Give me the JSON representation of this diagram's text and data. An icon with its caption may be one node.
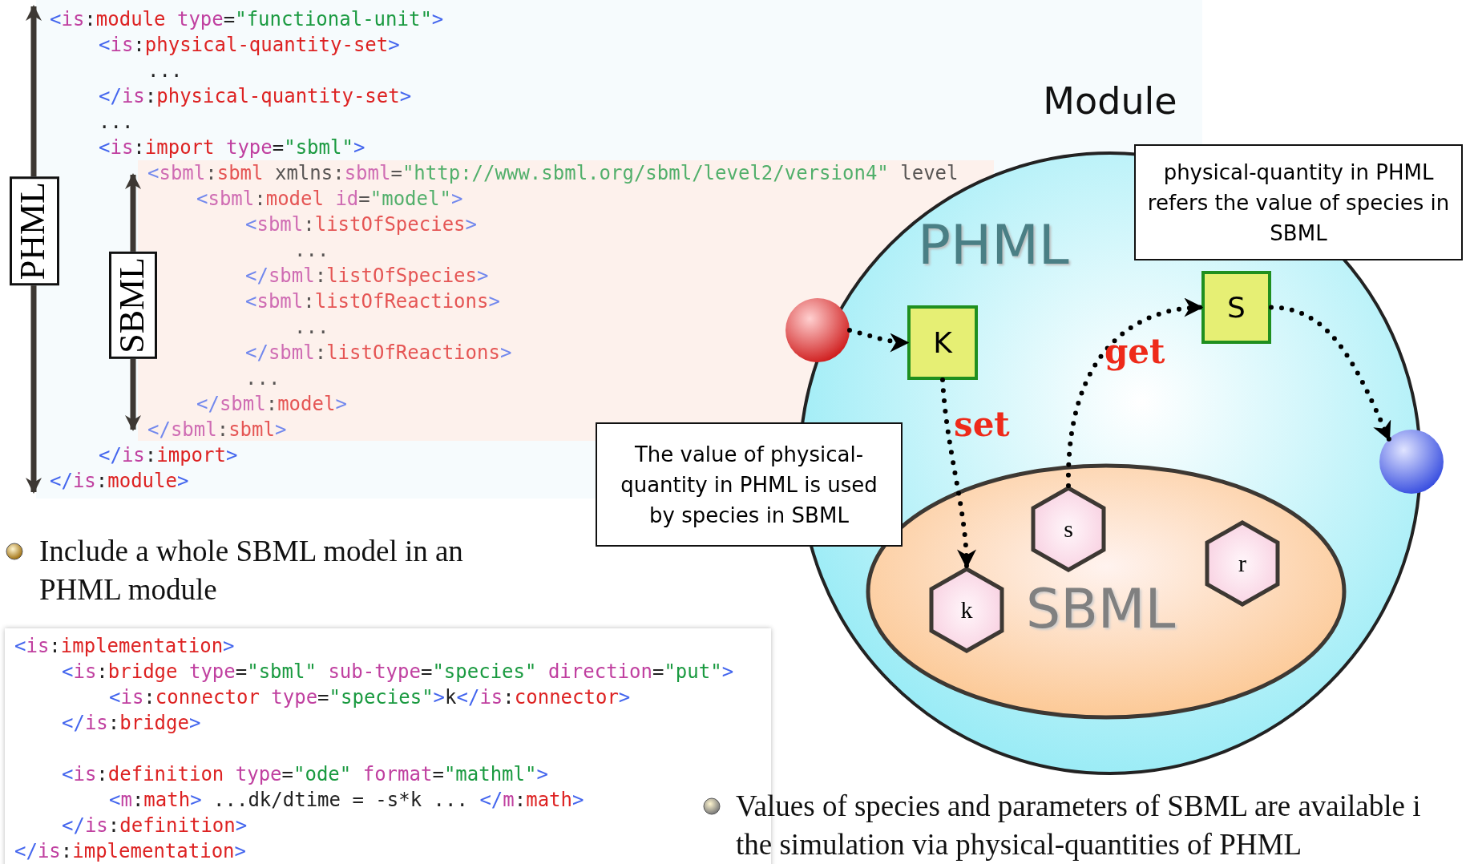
{
  "diagram": {
    "nodes": [
      {
        "text": [
          "Module",
          "PHML"
        ]
      },
      {
        "text": [
          "SBML"
        ],
        "in": 0
      },
      {
        "text": [],
        "shape": "circle"
      },
      {
        "text": [
          "K"
        ],
        "in": 0
      },
      {
        "text": [
          "S"
        ],
        "in": 0
      },
      {
        "text": [],
        "shape": "circle"
      },
      {
        "text": [
          "k"
        ],
        "in": 1
      },
      {
        "text": [
          "s"
        ],
        "in": 1
      },
      {
        "text": [
          "r"
        ],
        "in": 1
      },
      {
        "text": [
          "physical-quantity in PHML refers the value of species in SBML"
        ]
      },
      {
        "text": [
          "The value of physical-quantity in PHML is used by species in SBML"
        ]
      }
    ],
    "edges": [
      {
        "from": 2,
        "to": 3,
        "arrow": "to",
        "style": "dashed"
      },
      {
        "from": 3,
        "to": 6,
        "arrow": "to",
        "style": "dashed",
        "label": "set"
      },
      {
        "from": 7,
        "to": 4,
        "arrow": "to",
        "style": "dashed",
        "label": "get"
      },
      {
        "from": 4,
        "to": 5,
        "arrow": "to",
        "style": "dashed"
      }
    ],
    "labels": [
      "<is:module type=\"functional-unit\">",
      "<is:physical-quantity-set>",
      "...",
      "</is:physical-quantity-set>",
      "...",
      "<is:import type=\"sbml\">",
      "<sbml:sbml xmlns:sbml=\"http://www.sbml.org/sbml/level2/version4\" level",
      "<sbml:model id=\"model\">",
      "<sbml:listOfSpecies>",
      "...",
      "</sbml:listOfSpecies>",
      "<sbml:listOfReactions>",
      "...",
      "</sbml:listOfReactions>",
      "...",
      "</sbml:model>",
      "</sbml:sbml>",
      "</is:import>",
      "</is:module>",
      "PHML",
      "SBML",
      "Include a whole SBML model in an PHML module",
      "<is:implementation>",
      "<is:bridge type=\"sbml\" sub-type=\"species\" direction=\"put\">",
      "<is:connector type=\"species\">k</is:connector>",
      "</is:bridge>",
      "<is:definition type=\"ode\" format=\"mathml\">",
      "<m:math> ...dk/dtime = -s*k ... </m:math>",
      "</is:definition>",
      "</is:implementation>",
      "Values of species and parameters of SBML are available i the simulation via physical-quantities of PHML"
    ]
  }
}
